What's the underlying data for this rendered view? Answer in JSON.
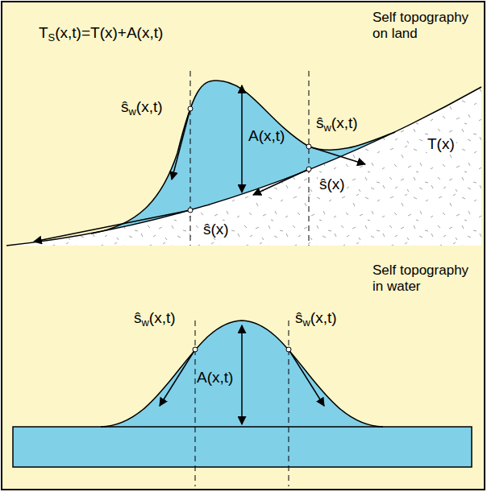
{
  "diagram": {
    "labels": [
      "TS(x,t)=T(x)+A(x,t)",
      "Self topography on land",
      "ŝw(x,t)",
      "A(x,t)",
      "ŝw(x,t)",
      "T(x)",
      "ŝ(x)",
      "ŝ(x)",
      "Self topography in water",
      "ŝw(x,t)",
      "A(x,t)",
      "ŝw(x,t)"
    ]
  }
}
